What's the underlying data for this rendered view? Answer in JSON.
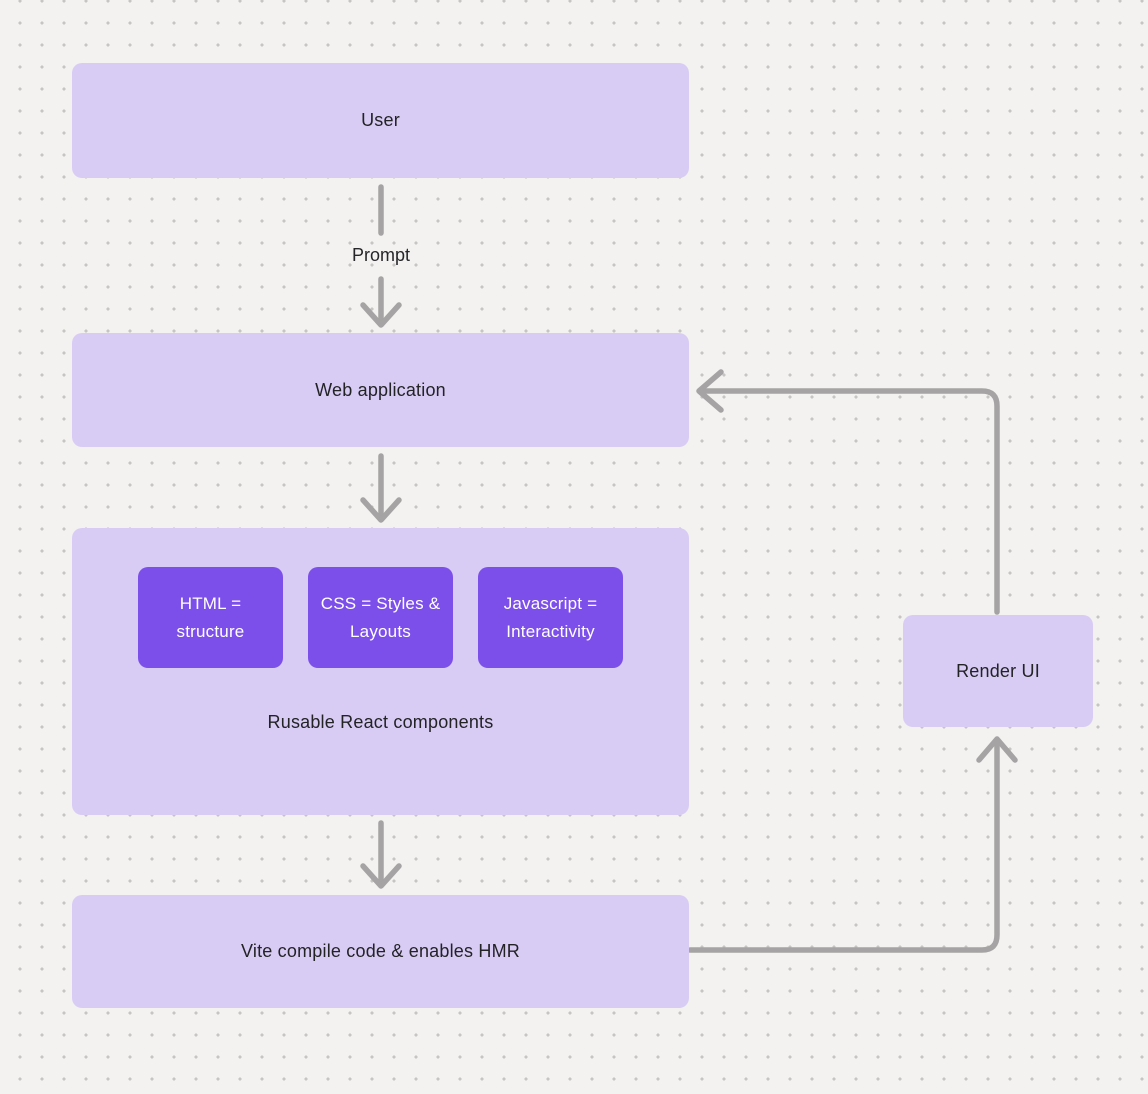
{
  "nodes": {
    "user": {
      "label": "User"
    },
    "web_application": {
      "label": "Web application"
    },
    "components_group": {
      "caption": "Rusable React components",
      "children": [
        {
          "label": "HTML = structure"
        },
        {
          "label": "CSS = Styles & Layouts"
        },
        {
          "label": "Javascript = Interactivity"
        }
      ]
    },
    "vite": {
      "label": "Vite compile code & enables HMR"
    },
    "render_ui": {
      "label": "Render UI"
    }
  },
  "edge_labels": {
    "prompt": "Prompt"
  },
  "colors": {
    "background": "#f3f2f1",
    "grid_dot": "#c7c5c3",
    "node_fill": "#d8ccf5",
    "node_text": "#232326",
    "accent_fill": "#7c4eea",
    "accent_text": "#ffffff",
    "connector": "#a5a3a3"
  }
}
